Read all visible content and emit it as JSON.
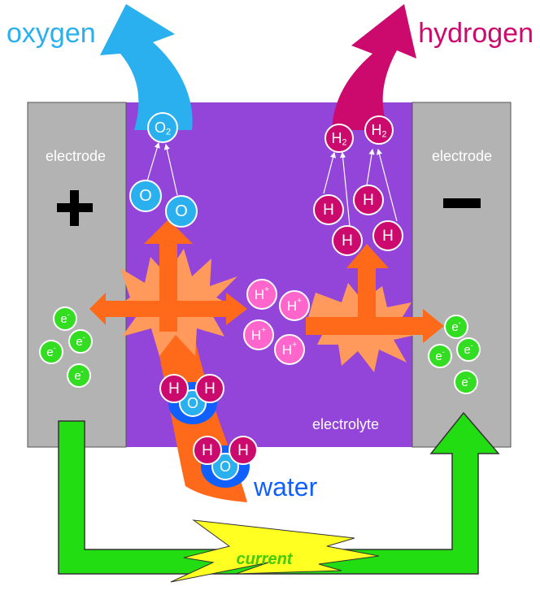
{
  "labels": {
    "oxygen": "oxygen",
    "hydrogen": "hydrogen",
    "electrode_left": "electrode",
    "electrode_right": "electrode",
    "electrolyte": "electrolyte",
    "water": "water",
    "current": "current",
    "plus": "+",
    "minus": "−"
  },
  "particles": {
    "o2": "O",
    "o2_sub": "2",
    "h2": "H",
    "h2_sub": "2",
    "o": "O",
    "h": "H",
    "h_plus": "H",
    "h_plus_sup": "+",
    "electron": "e",
    "electron_sup": "-"
  },
  "colors": {
    "oxygen": "#2ab0ee",
    "hydrogen": "#cc0a6e",
    "electrode": "#b3b3b3",
    "electrolyte": "#9245d8",
    "ion": "#ff66cc",
    "electron": "#33dd22",
    "current_wire": "#22dd11",
    "current_text": "#44cc00",
    "bolt": "#ffff22",
    "flow": "#ff6a1a",
    "burst": "#ff9a5c",
    "water": "#1060ff"
  },
  "icons": [
    "plus-sign-icon",
    "minus-sign-icon",
    "lightning-bolt-icon"
  ]
}
